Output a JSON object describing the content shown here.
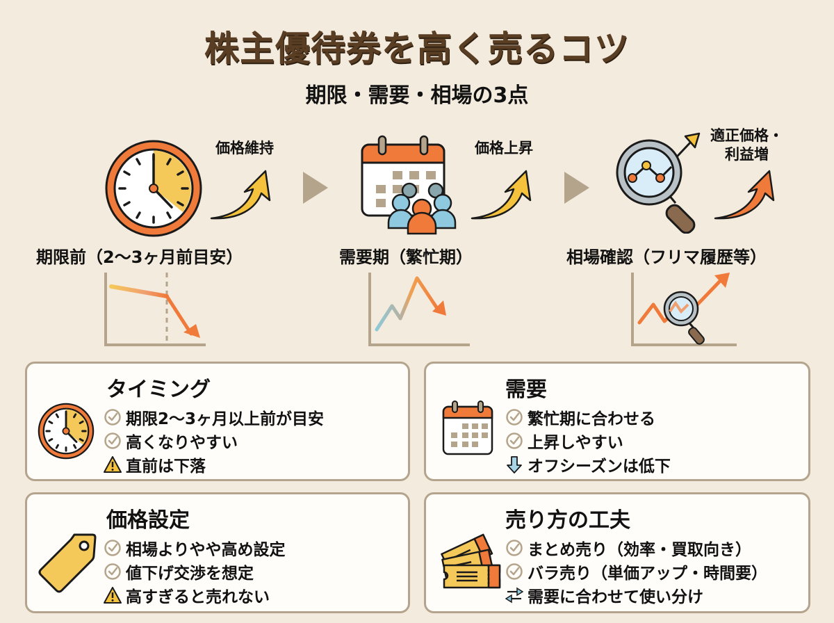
{
  "header": {
    "title": "株主優待券を高く売るコツ",
    "subtitle": "期限・需要・相場の3点"
  },
  "flow": {
    "steps": [
      {
        "label": "期限前（2〜3ヶ月前目安）",
        "icon": "clock-icon",
        "arrow_label": "価格維持",
        "arrow_color": "#f5c23e"
      },
      {
        "label": "需要期（繁忙期）",
        "icon": "calendar-people-icon",
        "arrow_label": "価格上昇",
        "arrow_color": "#f5c23e"
      },
      {
        "label": "相場確認（フリマ履歴等）",
        "icon": "magnifier-chart-icon",
        "arrow_label_line1": "適正価格・",
        "arrow_label_line2": "利益増",
        "arrow_color": "#f07a3a"
      }
    ],
    "connector_icon": "triangle-right-icon"
  },
  "mini_charts": [
    {
      "name": "deadline-decline-chart",
      "type": "line",
      "trend": "flat-then-drop",
      "marker": "dashed-deadline-line"
    },
    {
      "name": "demand-peak-chart",
      "type": "line",
      "trend": "rise-peak-drop"
    },
    {
      "name": "market-check-chart",
      "type": "line",
      "trend": "rising-with-magnifier"
    }
  ],
  "cards": {
    "timing": {
      "title": "タイミング",
      "icon": "clock-icon",
      "items": [
        {
          "icon": "check-icon",
          "text": "期限2〜3ヶ月以上前が目安"
        },
        {
          "icon": "check-icon",
          "text": "高くなりやすい"
        },
        {
          "icon": "warning-icon",
          "text": "直前は下落"
        }
      ]
    },
    "demand": {
      "title": "需要",
      "icon": "calendar-icon",
      "items": [
        {
          "icon": "check-icon",
          "text": "繁忙期に合わせる"
        },
        {
          "icon": "check-icon",
          "text": "上昇しやすい"
        },
        {
          "icon": "down-arrow-icon",
          "text": "オフシーズンは低下"
        }
      ]
    },
    "pricing": {
      "title": "価格設定",
      "icon": "price-tag-icon",
      "items": [
        {
          "icon": "check-icon",
          "text": "相場よりやや高め設定"
        },
        {
          "icon": "check-icon",
          "text": "値下げ交渉を想定"
        },
        {
          "icon": "warning-icon",
          "text": "高すぎると売れない"
        }
      ]
    },
    "selling": {
      "title": "売り方の工夫",
      "icon": "tickets-icon",
      "items": [
        {
          "icon": "check-icon",
          "text": "まとめ売り（効率・買取向き）"
        },
        {
          "icon": "check-icon",
          "text": "バラ売り（単価アップ・時間要）"
        },
        {
          "icon": "swap-arrows-icon",
          "text": "需要に合わせて使い分け"
        }
      ]
    }
  },
  "colors": {
    "background": "#f3ebdd",
    "title_brown": "#5a3e24",
    "orange": "#f07a3a",
    "yellow": "#f5c23e",
    "card_border": "#b5a48d",
    "axis": "#b5a48d",
    "light_blue": "#8ec9e0"
  }
}
